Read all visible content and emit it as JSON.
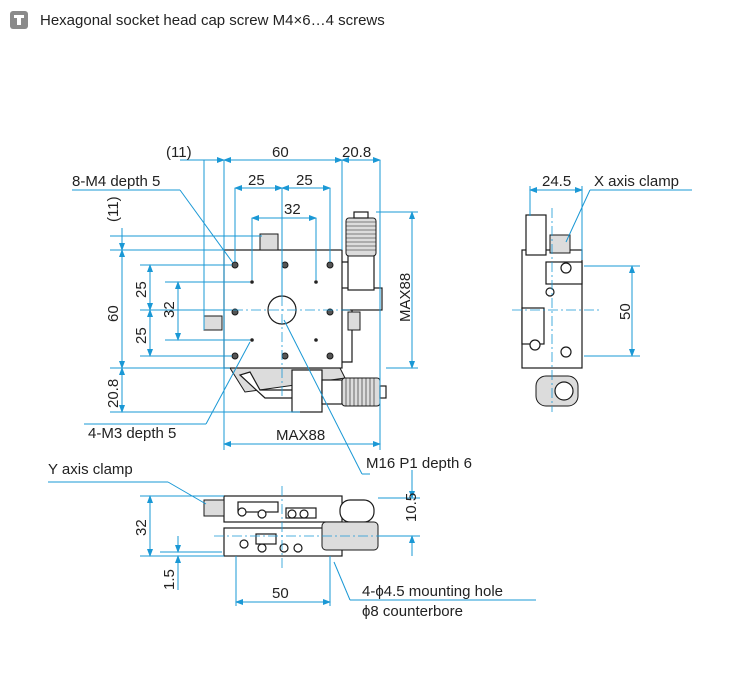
{
  "header": {
    "icon": "screw-icon",
    "text": "Hexagonal socket head cap screw M4×6…4 screws"
  },
  "dims": {
    "top_11": "(11)",
    "top_60": "60",
    "top_20_8": "20.8",
    "top_25a": "25",
    "top_25b": "25",
    "top_32": "32",
    "left_11": "(11)",
    "left_60": "60",
    "left_25a": "25",
    "left_32": "32",
    "left_25b": "25",
    "left_20_8": "20.8",
    "max88_v": "MAX88",
    "max88_h": "MAX88",
    "side_24_5": "24.5",
    "side_50": "50",
    "front_32": "32",
    "front_10_5": "10.5",
    "front_1_5": "1.5",
    "front_50": "50"
  },
  "callouts": {
    "m4": "8-M4 depth 5",
    "m3": "4-M3 depth 5",
    "m16": "M16 P1 depth 6",
    "x_clamp": "X axis clamp",
    "y_clamp": "Y axis clamp",
    "mount1": "4-ϕ4.5 mounting hole",
    "mount2": "ϕ8 counterbore"
  }
}
